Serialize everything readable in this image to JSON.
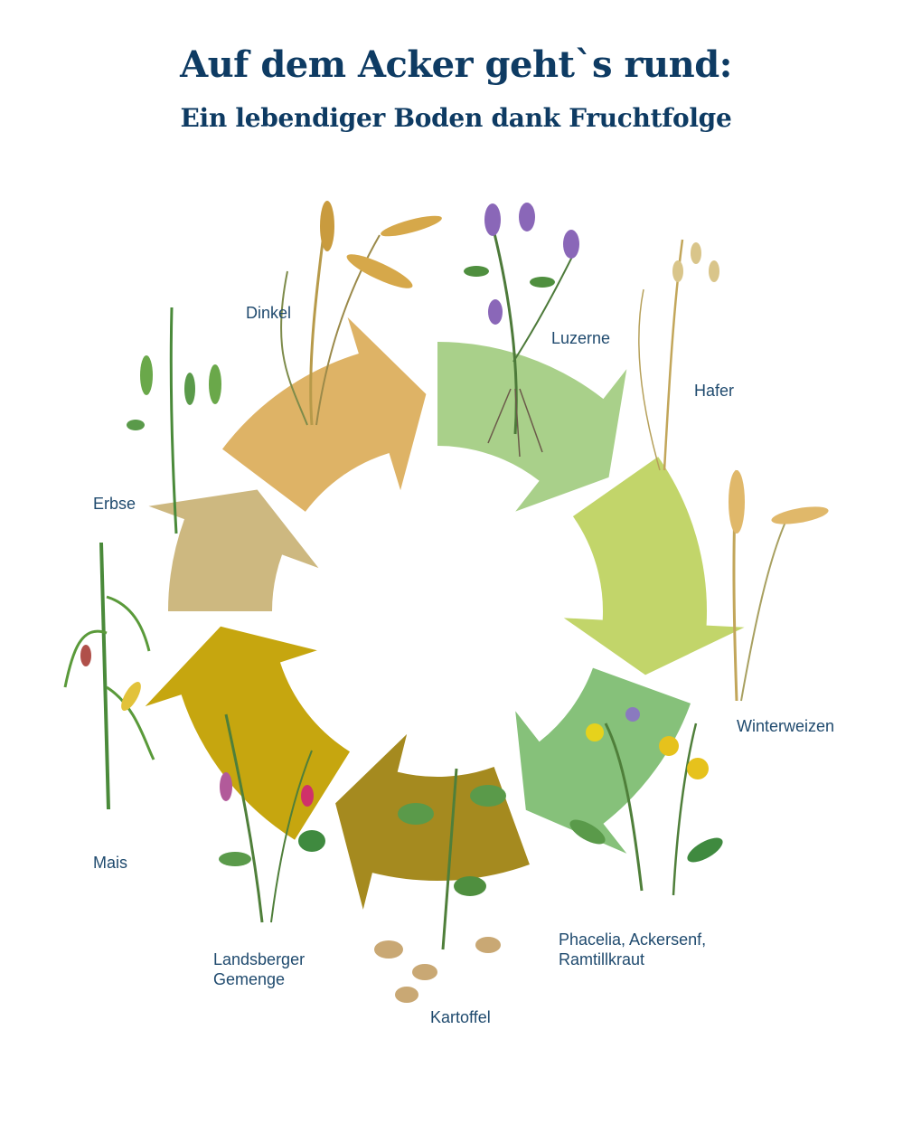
{
  "title": "Auf dem Acker geht`s rund:",
  "subtitle": "Ein lebendiger Boden dank Fruchtfolge",
  "crops": [
    {
      "name": "Dinkel",
      "lines": [
        "Dinkel"
      ]
    },
    {
      "name": "Luzerne",
      "lines": [
        "Luzerne"
      ]
    },
    {
      "name": "Hafer",
      "lines": [
        "Hafer"
      ]
    },
    {
      "name": "Winterweizen",
      "lines": [
        "Winterweizen"
      ]
    },
    {
      "name": "Phacelia, Ackersenf, Ramtillkraut",
      "lines": [
        "Phacelia, Ackersenf,",
        "Ramtillkraut"
      ]
    },
    {
      "name": "Kartoffel",
      "lines": [
        "Kartoffel"
      ]
    },
    {
      "name": "Landsberger Gemenge",
      "lines": [
        "Landsberger",
        "Gemenge"
      ]
    },
    {
      "name": "Mais",
      "lines": [
        "Mais"
      ]
    },
    {
      "name": "Erbse",
      "lines": [
        "Erbse"
      ]
    }
  ],
  "arrows": [
    {
      "color": "#deb366"
    },
    {
      "color": "#a9d08a"
    },
    {
      "color": "#c2d56a"
    },
    {
      "color": "#86c17a"
    },
    {
      "color": "#a58a1f"
    },
    {
      "color": "#c6a60f"
    },
    {
      "color": "#cdb880"
    }
  ]
}
